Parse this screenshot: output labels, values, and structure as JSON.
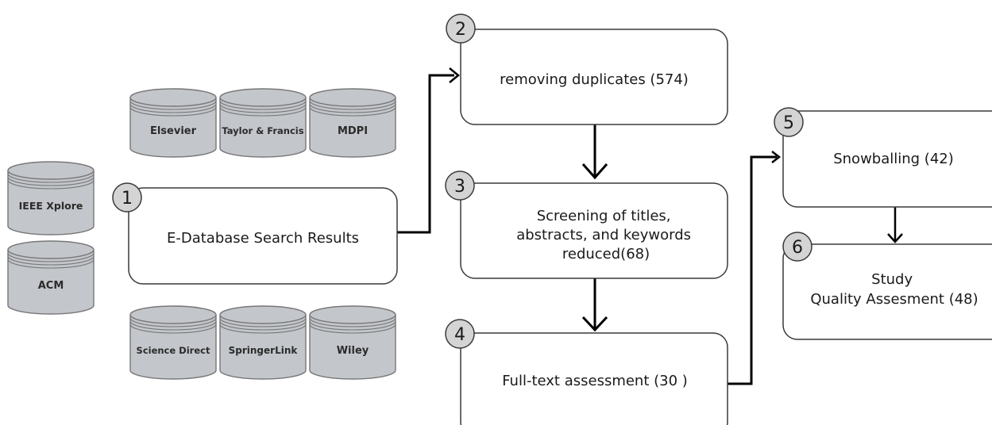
{
  "databases": [
    {
      "id": "elsevier",
      "label": "Elsevier"
    },
    {
      "id": "taylor-francis",
      "label": "Taylor & Francis"
    },
    {
      "id": "mdpi",
      "label": "MDPI"
    },
    {
      "id": "ieee-xplore",
      "label": "IEEE Xplore"
    },
    {
      "id": "acm",
      "label": "ACM"
    },
    {
      "id": "science-direct",
      "label": "Science Direct"
    },
    {
      "id": "springerlink",
      "label": "SpringerLink"
    },
    {
      "id": "wiley",
      "label": "Wiley"
    }
  ],
  "steps": [
    {
      "number": "1",
      "lines": [
        "E-Database Search Results"
      ]
    },
    {
      "number": "2",
      "lines": [
        "removing duplicates (574)"
      ]
    },
    {
      "number": "3",
      "lines": [
        "Screening of titles,",
        "abstracts, and keywords",
        "reduced(68)"
      ]
    },
    {
      "number": "4",
      "lines": [
        "Full-text assessment (30 )"
      ]
    },
    {
      "number": "5",
      "lines": [
        "Snowballing (42)"
      ]
    },
    {
      "number": "6",
      "lines": [
        "Study",
        "Quality Assesment (48)"
      ]
    }
  ],
  "colors": {
    "cylinder_fill": "#c3c6cb",
    "cylinder_stroke": "#777777",
    "box_stroke": "#3a3a3a",
    "number_circle_fill": "#d4d4d4",
    "arrow": "#000000"
  }
}
